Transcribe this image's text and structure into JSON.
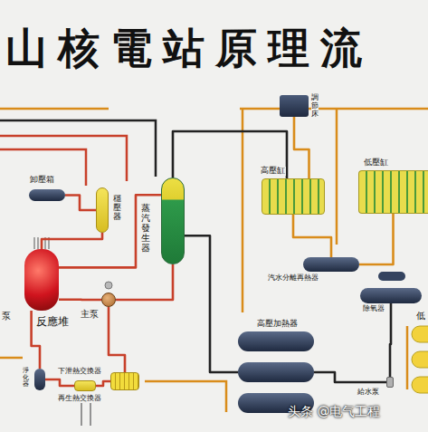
{
  "diagram": {
    "title": "山核電站原理流",
    "nodes": [
      {
        "text": [
          "卸壓箱"
        ]
      },
      {
        "text": [
          "穩壓器"
        ]
      },
      {
        "text": [
          "蒸汽發生器"
        ]
      },
      {
        "text": [
          "反應堆"
        ]
      },
      {
        "text": [
          "主泵"
        ]
      },
      {
        "text": [
          "調節床"
        ]
      },
      {
        "text": [
          "高壓缸"
        ]
      },
      {
        "text": [
          "低壓缸"
        ]
      },
      {
        "text": [
          "汽水分離再熱器"
        ]
      },
      {
        "text": [
          "除氧器"
        ]
      },
      {
        "text": [
          "高壓加熱器"
        ]
      },
      {
        "text": [
          "給水泵"
        ]
      },
      {
        "text": [
          "淨化器"
        ]
      },
      {
        "text": [
          "下泄熱交換器"
        ]
      },
      {
        "text": [
          "再生熱交換器"
        ]
      }
    ],
    "edges": [
      {
        "from": 3,
        "to": 2,
        "arrow": "none"
      },
      {
        "from": 2,
        "to": 4,
        "arrow": "none"
      },
      {
        "from": 4,
        "to": 3,
        "arrow": "none"
      },
      {
        "from": 1,
        "to": 3,
        "arrow": "none"
      },
      {
        "from": 1,
        "to": 0,
        "arrow": "none"
      },
      {
        "from": 2,
        "to": 6,
        "arrow": "none"
      },
      {
        "from": 5,
        "to": 6,
        "arrow": "none"
      },
      {
        "from": 6,
        "to": 8,
        "arrow": "none"
      },
      {
        "from": 8,
        "to": 7,
        "arrow": "none"
      },
      {
        "from": 9,
        "to": 11,
        "arrow": "none"
      },
      {
        "from": 11,
        "to": 10,
        "arrow": "none"
      },
      {
        "from": 10,
        "to": 2,
        "arrow": "none"
      },
      {
        "from": 4,
        "to": 14,
        "arrow": "none"
      },
      {
        "from": 14,
        "to": 13,
        "arrow": "none"
      },
      {
        "from": 13,
        "to": 12,
        "arrow": "none"
      },
      {
        "from": 12,
        "to": 3,
        "arrow": "none"
      }
    ],
    "labels": [
      "泵",
      "低",
      "头条 @电气工程"
    ]
  }
}
